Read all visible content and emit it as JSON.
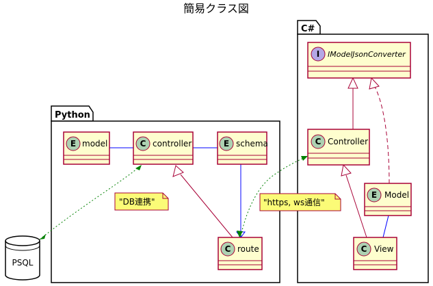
{
  "title": "簡易クラス図",
  "packages": {
    "python": "Python",
    "csharp": "C#"
  },
  "stereotypes": {
    "class": "C",
    "entity": "E",
    "interface": "I"
  },
  "python": {
    "model": "model",
    "controller": "controller",
    "schema": "schema",
    "route": "route"
  },
  "csharp": {
    "iface": "IModelJsonConverter",
    "controller": "Controller",
    "model": "Model",
    "view": "View"
  },
  "database": "PSQL",
  "notes": {
    "db": "\"DB連携\"",
    "net": "\"https, ws通信\""
  },
  "colors": {
    "class_fill": "#FEFECE",
    "class_border": "#A80036",
    "class_badge": "#ADD1B2",
    "entity_badge": "#ADD1B2",
    "iface_badge": "#B4A7E5",
    "note_fill": "#FBFB77",
    "assoc_line": "#0000FF",
    "inherit_line": "#A80036",
    "dotted_link": "#008000"
  }
}
